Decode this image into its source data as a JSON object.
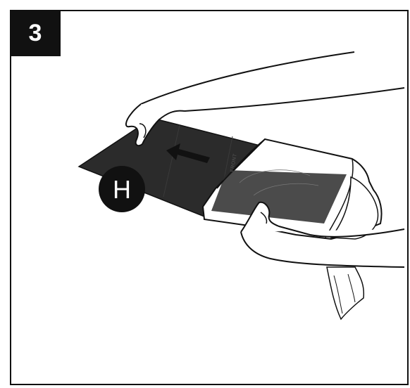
{
  "step": {
    "number": "3"
  },
  "illustration": {
    "part_label": "H",
    "cover_text": "FRONT",
    "arrow_direction": "left",
    "colors": {
      "panel": "#2b2b2b",
      "badge": "#111111",
      "line": "#111111"
    }
  }
}
